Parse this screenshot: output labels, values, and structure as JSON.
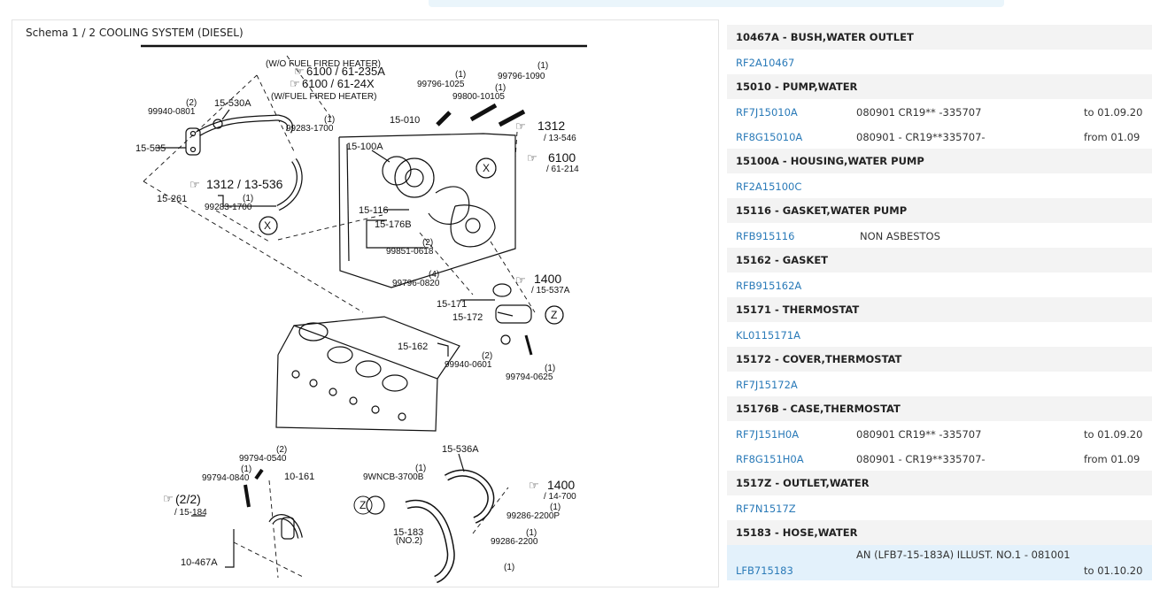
{
  "header": {
    "strip": ""
  },
  "diagram": {
    "title": "Schema 1 / 2 COOLING SYSTEM (DIESEL)",
    "labels": {
      "wo_heater": "(W/O FUEL FIRED HEATER)",
      "ref_6100a": "6100 / 61-235A",
      "ref_6100b": "6100 / 61-24X",
      "w_heater": "(W/FUEL FIRED HEATER)",
      "q1090": "(1)",
      "p99796_1090": "99796-1090",
      "q1025": "(1)",
      "p99796_1025": "99796-1025",
      "q10105": "(1)",
      "p99800_10105": "99800-10105",
      "q0801": "(2)",
      "p99940_0801": "99940-0801",
      "p15_530a": "15-530A",
      "q1700a": "(1)",
      "p99283_1700a": "99283-1700",
      "p15_010": "15-010",
      "ref_1312a": "1312",
      "ref_1312a_sub": "/ 13-546",
      "ref_6100c": "6100",
      "ref_6100c_sub": "/ 61-214",
      "p15_535": "15-535",
      "p15_100a": "15-100A",
      "ref_1312b": "1312 / 13-536",
      "p15_261": "15-261",
      "q1700b": "(1)",
      "p99283_1700b": "99283-1700",
      "callout_x1": "X",
      "callout_x2": "X",
      "p15_116": "15-116",
      "p15_176b": "15-176B",
      "q0618": "(2)",
      "p99851_0618": "99851-0618",
      "q0820": "(4)",
      "p99796_0820": "99796-0820",
      "ref_1400a": "1400",
      "ref_1400a_sub": "/ 15-537A",
      "p15_171": "15-171",
      "p15_172": "15-172",
      "callout_z1": "Z",
      "p15_162": "15-162",
      "q0601": "(2)",
      "p99940_0601": "99940-0601",
      "q0625": "(1)",
      "p99794_0625": "99794-0625",
      "q0540": "(2)",
      "p99794_0540": "99794-0540",
      "q0840": "(1)",
      "p99794_0840": "99794-0840",
      "p10_161": "10-161",
      "ref_22": "(2/2)",
      "ref_22_sub": "/ 15-184",
      "p10_467a": "10-467A",
      "p15_536a": "15-536A",
      "q3700b": "(1)",
      "p9wncb_3700b": "9WNCB-3700B",
      "callout_z2": "Z",
      "ref_1400b": "1400",
      "ref_1400b_sub": "/ 14-700",
      "q2200p": "(1)",
      "p99286_2200p": "99286-2200P",
      "p15_183": "15-183",
      "p15_183_sub": "(NO.2)",
      "q2200": "(1)",
      "p99286_2200": "99286-2200",
      "q_bottom": "(1)"
    }
  },
  "parts": [
    {
      "group": "10467A - BUSH,WATER OUTLET"
    },
    {
      "pn": "RF2A10467",
      "note": "",
      "date": ""
    },
    {
      "group": "15010 - PUMP,WATER"
    },
    {
      "pn": "RF7J15010A",
      "note": "080901 CR19** -335707",
      "date": "to 01.09.20"
    },
    {
      "pn": "RF8G15010A",
      "note": "080901 - CR19**335707-",
      "date": "from 01.09"
    },
    {
      "group": "15100A - HOUSING,WATER PUMP"
    },
    {
      "pn": "RF2A15100C",
      "note": "",
      "date": ""
    },
    {
      "group": "15116 - GASKET,WATER PUMP"
    },
    {
      "pn": "RFB915116",
      "note": "NON ASBESTOS",
      "date": ""
    },
    {
      "group": "15162 - GASKET"
    },
    {
      "pn": "RFB915162A",
      "note": "",
      "date": ""
    },
    {
      "group": "15171 - THERMOSTAT"
    },
    {
      "pn": "KL0115171A",
      "note": "",
      "date": ""
    },
    {
      "group": "15172 - COVER,THERMOSTAT"
    },
    {
      "pn": "RF7J15172A",
      "note": "",
      "date": ""
    },
    {
      "group": "15176B - CASE,THERMOSTAT"
    },
    {
      "pn": "RF7J151H0A",
      "note": "080901 CR19** -335707",
      "date": "to 01.09.20"
    },
    {
      "pn": "RF8G151H0A",
      "note": "080901 - CR19**335707-",
      "date": "from 01.09"
    },
    {
      "group": "1517Z - OUTLET,WATER"
    },
    {
      "pn": "RF7N1517Z",
      "note": "",
      "date": ""
    },
    {
      "group": "15183 - HOSE,WATER"
    },
    {
      "pn": "LFB715183",
      "note": "AN (LFB7-15-183A) ILLUST. NO.1 - 081001",
      "date": "to 01.10.20"
    }
  ]
}
